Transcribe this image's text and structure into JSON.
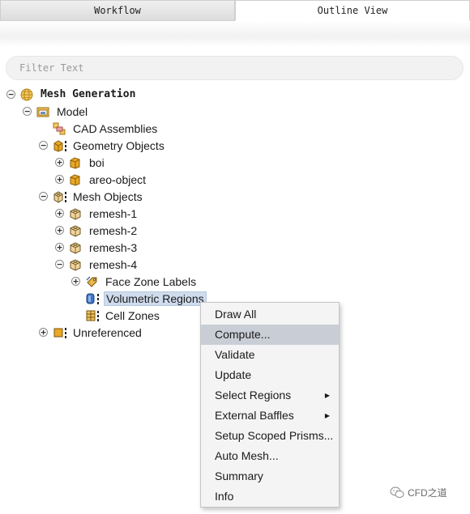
{
  "tabs": [
    {
      "label": "Workflow",
      "active": false
    },
    {
      "label": "Outline View",
      "active": true
    }
  ],
  "filter": {
    "placeholder": "Filter Text",
    "value": ""
  },
  "tree": {
    "root": "Mesh Generation",
    "model": "Model",
    "cad_assemblies": "CAD Assemblies",
    "geometry_objects": "Geometry Objects",
    "boi": "boi",
    "areo_object": "areo-object",
    "mesh_objects": "Mesh Objects",
    "remesh_1": "remesh-1",
    "remesh_2": "remesh-2",
    "remesh_3": "remesh-3",
    "remesh_4": "remesh-4",
    "face_zone_labels": "Face Zone Labels",
    "volumetric_regions": "Volumetric Regions",
    "cell_zones": "Cell Zones",
    "unreferenced": "Unreferenced"
  },
  "context_menu": {
    "items": [
      {
        "label": "Draw All",
        "submenu": false
      },
      {
        "label": "Compute...",
        "submenu": false,
        "highlighted": true
      },
      {
        "label": "Validate",
        "submenu": false
      },
      {
        "label": "Update",
        "submenu": false
      },
      {
        "label": "Select Regions",
        "submenu": true
      },
      {
        "label": "External Baffles",
        "submenu": true
      },
      {
        "label": "Setup Scoped Prisms...",
        "submenu": false
      },
      {
        "label": "Auto Mesh...",
        "submenu": false
      },
      {
        "label": "Summary",
        "submenu": false
      },
      {
        "label": "Info",
        "submenu": false
      }
    ]
  },
  "watermark": "CFD之道",
  "colors": {
    "icon_gold": "#e0a62a",
    "selection": "#cfdced",
    "menu_highlight": "#c9ced6"
  }
}
